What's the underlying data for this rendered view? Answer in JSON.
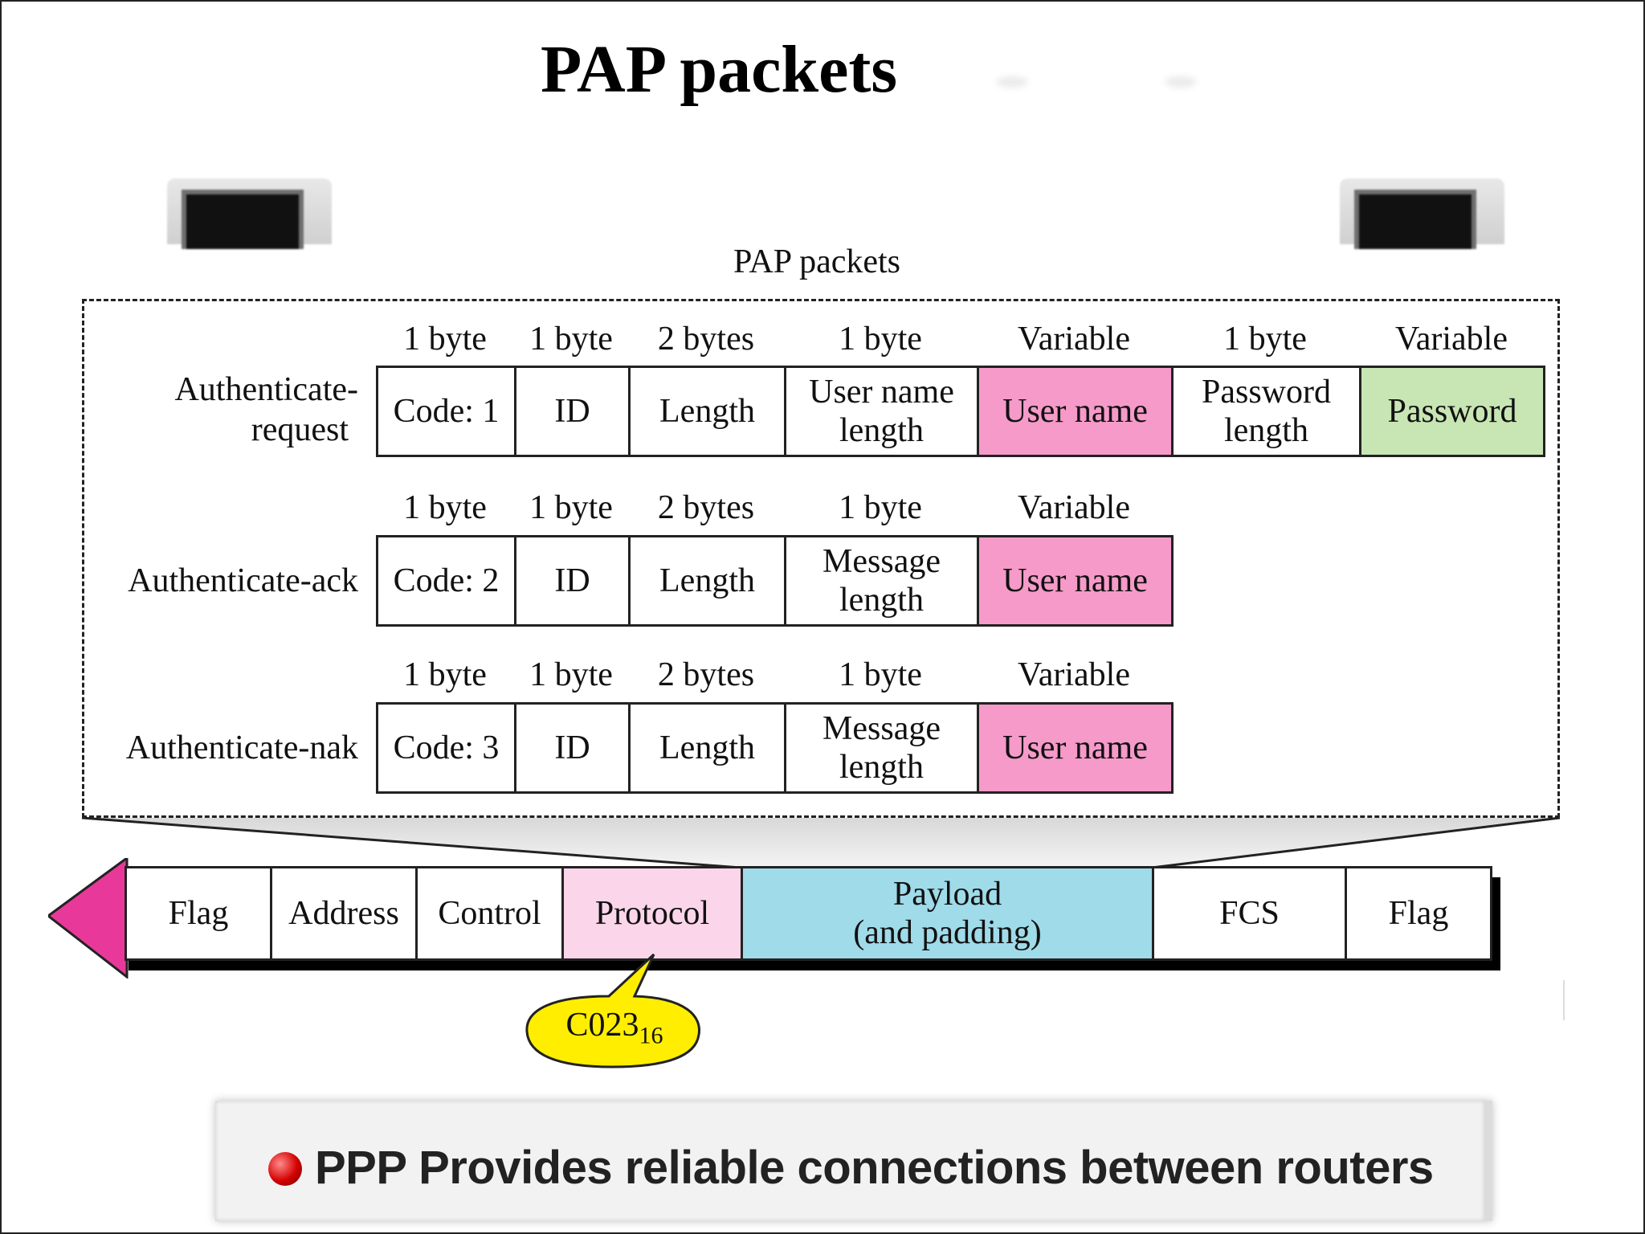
{
  "title": "PAP packets",
  "diagram_title": "PAP packets",
  "packets": [
    {
      "label_line1": "Authenticate-",
      "label_line2": "request",
      "fields": [
        {
          "size": "1 byte",
          "name": "Code: 1",
          "name2": ""
        },
        {
          "size": "1 byte",
          "name": "ID",
          "name2": ""
        },
        {
          "size": "2 bytes",
          "name": "Length",
          "name2": ""
        },
        {
          "size": "1 byte",
          "name": "User name",
          "name2": "length"
        },
        {
          "size": "Variable",
          "name": "User name",
          "name2": ""
        },
        {
          "size": "1 byte",
          "name": "Password",
          "name2": "length"
        },
        {
          "size": "Variable",
          "name": "Password",
          "name2": ""
        }
      ]
    },
    {
      "label_line1": "Authenticate-ack",
      "label_line2": "",
      "fields": [
        {
          "size": "1 byte",
          "name": "Code: 2",
          "name2": ""
        },
        {
          "size": "1 byte",
          "name": "ID",
          "name2": ""
        },
        {
          "size": "2 bytes",
          "name": "Length",
          "name2": ""
        },
        {
          "size": "1 byte",
          "name": "Message",
          "name2": "length"
        },
        {
          "size": "Variable",
          "name": "User name",
          "name2": ""
        }
      ]
    },
    {
      "label_line1": "Authenticate-nak",
      "label_line2": "",
      "fields": [
        {
          "size": "1 byte",
          "name": "Code: 3",
          "name2": ""
        },
        {
          "size": "1 byte",
          "name": "ID",
          "name2": ""
        },
        {
          "size": "2 bytes",
          "name": "Length",
          "name2": ""
        },
        {
          "size": "1 byte",
          "name": "Message",
          "name2": "length"
        },
        {
          "size": "Variable",
          "name": "User name",
          "name2": ""
        }
      ]
    }
  ],
  "ppp_frame": {
    "fields": [
      "Flag",
      "Address",
      "Control",
      "Protocol",
      "Payload",
      "FCS",
      "Flag"
    ],
    "payload_line2": "(and padding)"
  },
  "protocol_value": "C023",
  "protocol_base": "16",
  "banner_text": "PPP Provides reliable connections between routers",
  "colors": {
    "user_name": "#f59ac9",
    "password": "#c8e6b4",
    "protocol": "#fbd6ea",
    "payload": "#9fdbe9",
    "arrow": "#e8399a",
    "callout": "#ffee00"
  }
}
